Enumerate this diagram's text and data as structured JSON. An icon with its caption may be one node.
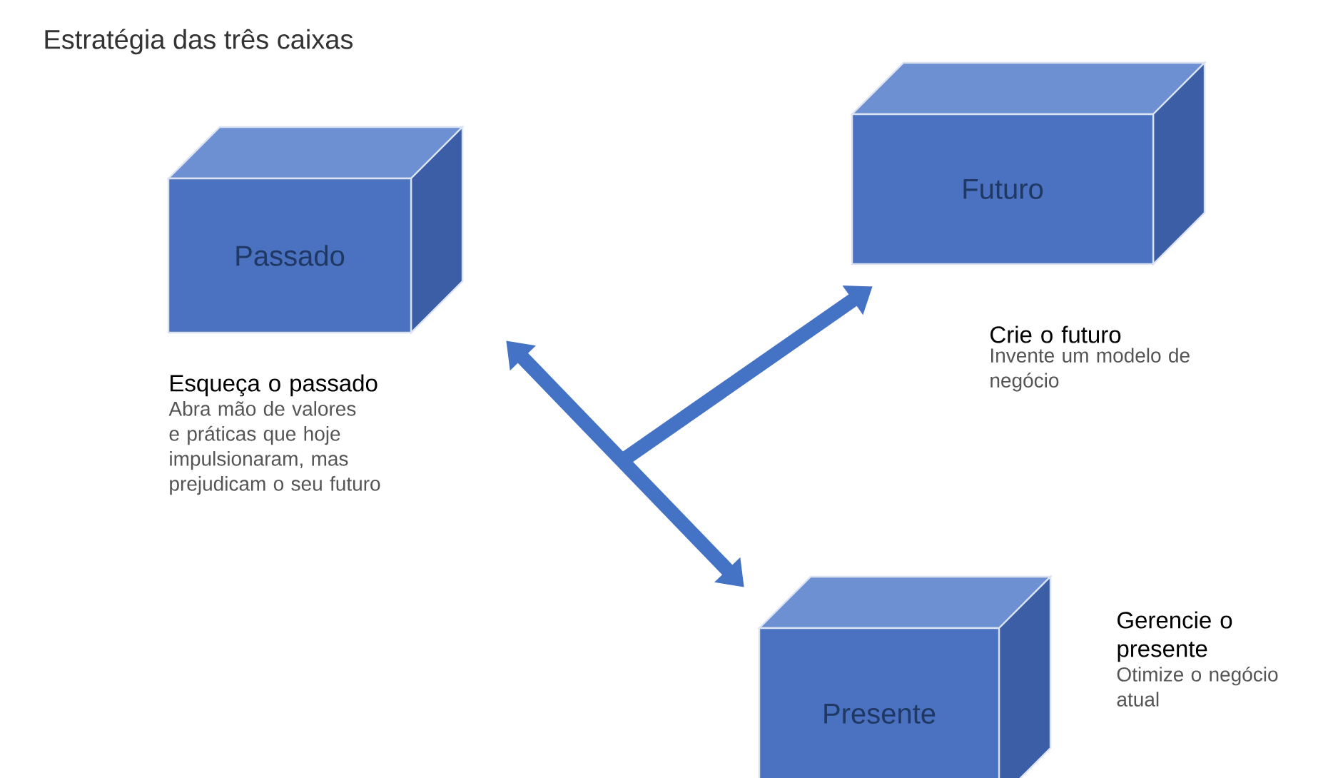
{
  "diagram": {
    "title": "Estratégia das três caixas",
    "nodes": [
      {
        "text": [
          "Passado"
        ],
        "beside": [
          "Esqueça o passado",
          "Abra mão de valores e práticas que hoje impulsionaram, mas prejudicam o seu futuro"
        ]
      },
      {
        "text": [
          "Futuro"
        ],
        "beside": [
          "Crie o futuro",
          "Invente um modelo de negócio"
        ]
      },
      {
        "text": [
          "Presente"
        ],
        "beside": [
          "Gerencie o presente",
          "Otimize o negócio atual"
        ]
      }
    ],
    "edges": [
      {
        "from": 0,
        "to": 2,
        "arrow": "both"
      },
      {
        "from": null,
        "to": 1,
        "arrow": "to"
      }
    ]
  }
}
